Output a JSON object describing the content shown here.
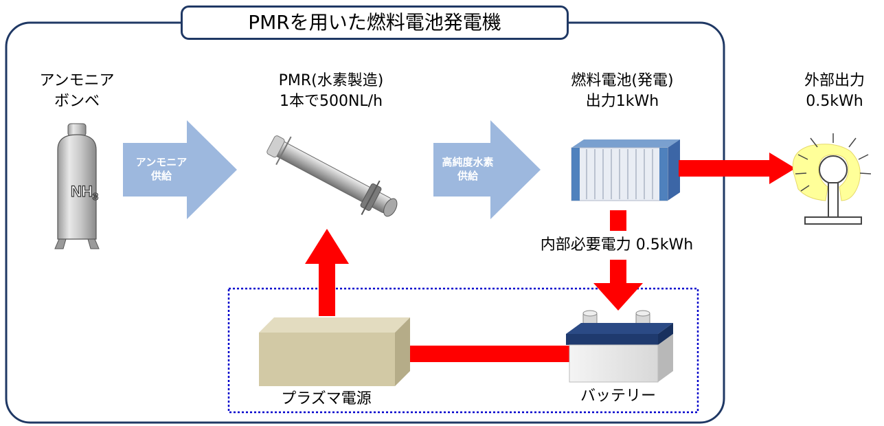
{
  "title": "PMRを用いた燃料電池発電機",
  "cylinder": {
    "label_line1": "アンモニア",
    "label_line2": "ボンベ",
    "formula_main": "NH",
    "formula_sub": "3"
  },
  "arrow_ammonia": {
    "line1": "アンモニア",
    "line2": "供給"
  },
  "pmr": {
    "line1": "PMR(水素製造)",
    "line2": "1本で500NL/h"
  },
  "arrow_hydrogen": {
    "line1": "高純度水素",
    "line2": "供給"
  },
  "fuel_cell": {
    "line1": "燃料電池(発電)",
    "line2": "出力1kWh"
  },
  "external": {
    "line1": "外部出力",
    "line2": "0.5kWh"
  },
  "internal_power": "内部必要電力 0.5kWh",
  "plasma_power": "プラズマ電源",
  "battery": "バッテリー",
  "colors": {
    "frame": "#1f3864",
    "arrow_blue": "#9db8de",
    "power_red": "#ff0000",
    "dotted_border": "#0000cc",
    "fuel_cell_blue": "#4f81bd",
    "plasma_box": "#d2c9a5",
    "battery_lid": "#1f3a6e",
    "bulb_glow": "#ffff99"
  }
}
